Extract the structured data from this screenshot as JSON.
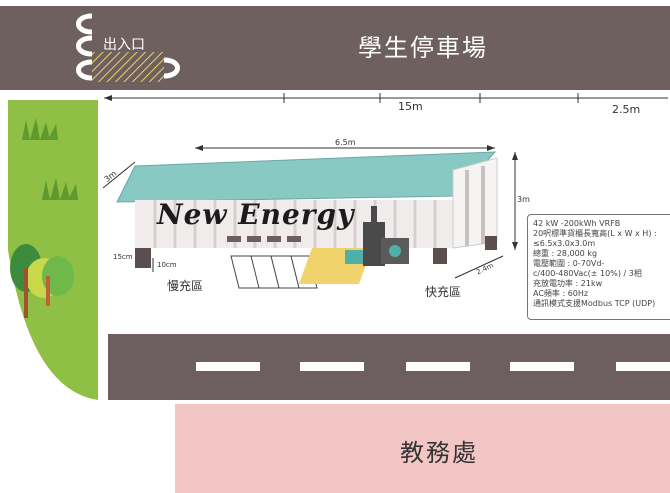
{
  "top": {
    "parking_label": "學生停車場",
    "entrance_label": "出入口"
  },
  "dimensions": {
    "lot_width": "15m",
    "side_gap": "2.5m",
    "container_length": "6.5m",
    "container_depth": "3m",
    "container_height": "3m",
    "foot_height": "15cm",
    "foot_gap": "10cm",
    "station_depth": "2.4m"
  },
  "container": {
    "brand_text": "New Energy"
  },
  "zones": {
    "slow_charge": "慢充區",
    "fast_charge": "快充區"
  },
  "specs": [
    "42 kW -200kWh VRFB",
    "20呎標準貨櫃長寬高(L x W x H) :",
    "≤6.5x3.0x3.0m",
    "總重 : 28,000 kg",
    "電壓範圍 : 0-70Vd-",
    "c/400-480Vac(± 10%) / 3相",
    "充放電功率 : 21kw",
    "AC頻率 : 60Hz",
    "通訊模式支援Modbus TCP (UDP)"
  ],
  "bottom": {
    "office_label": "教務處"
  },
  "colors": {
    "road": "#6d5f5f",
    "roof": "#88c9c4",
    "grass": "#8fbf45",
    "office": "#f3c6c6",
    "hatch": "#f0d36a"
  }
}
